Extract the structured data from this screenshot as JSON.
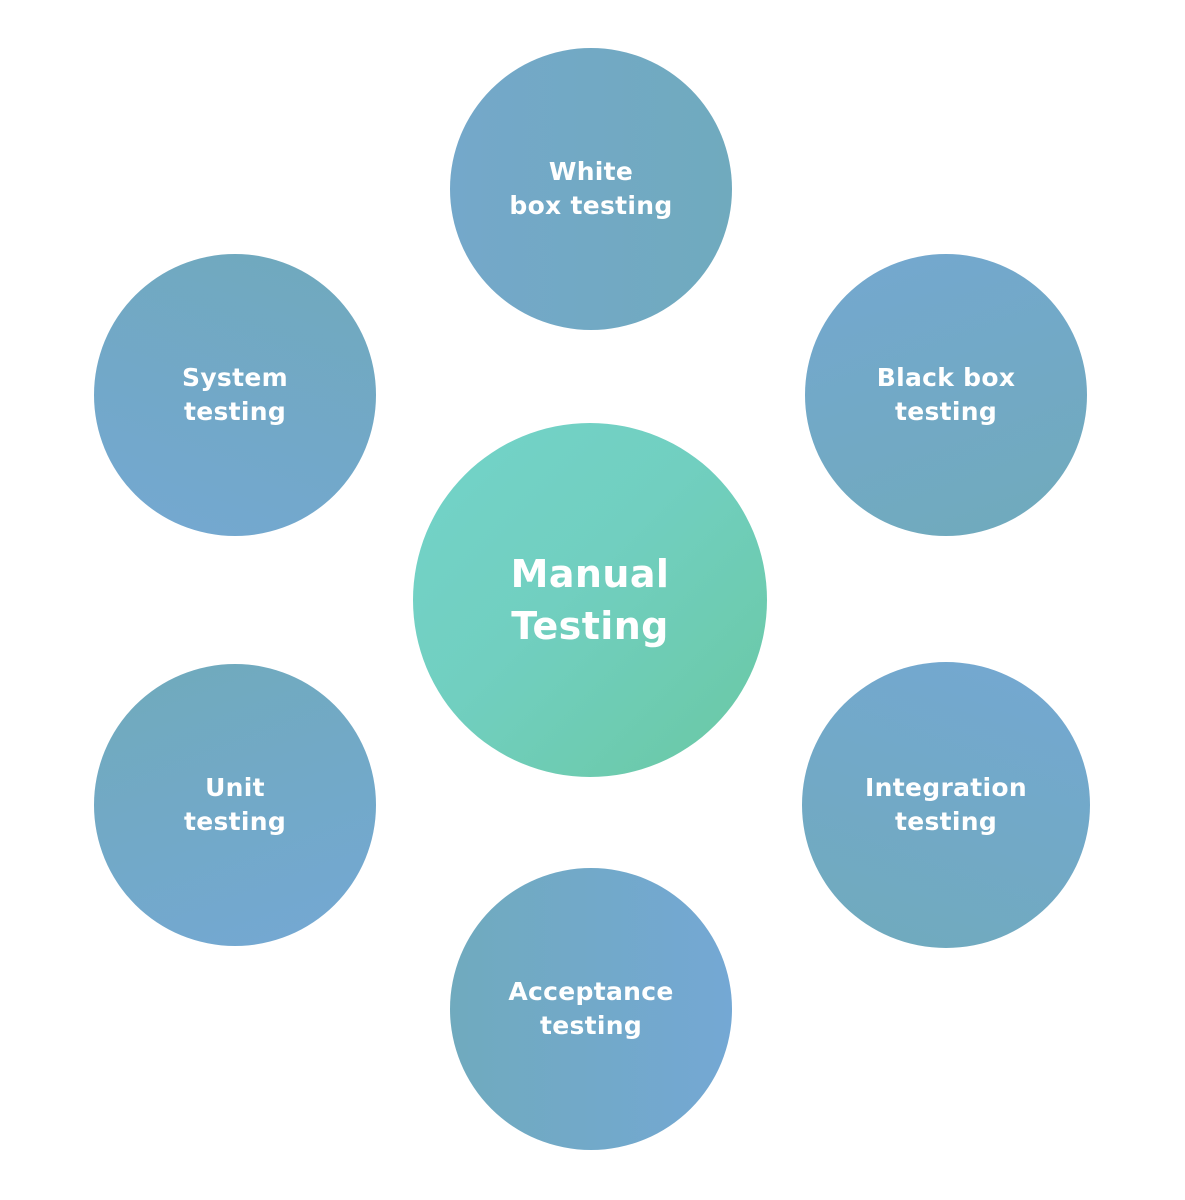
{
  "center": {
    "lines": [
      "Manual",
      "Testing"
    ],
    "color_start": "#73d3c9",
    "color_end": "#6ac8a3"
  },
  "nodes": [
    {
      "lines": [
        "White",
        "box testing"
      ]
    },
    {
      "lines": [
        "Black box",
        "testing"
      ]
    },
    {
      "lines": [
        "Integration",
        "testing"
      ]
    },
    {
      "lines": [
        "Acceptance",
        "testing"
      ]
    },
    {
      "lines": [
        "Unit",
        "testing"
      ]
    },
    {
      "lines": [
        "System",
        "testing"
      ]
    }
  ],
  "colors": {
    "node_blue": "#74a8d2",
    "node_teal": "#70aabc",
    "text": "#ffffff",
    "background": "#ffffff"
  }
}
